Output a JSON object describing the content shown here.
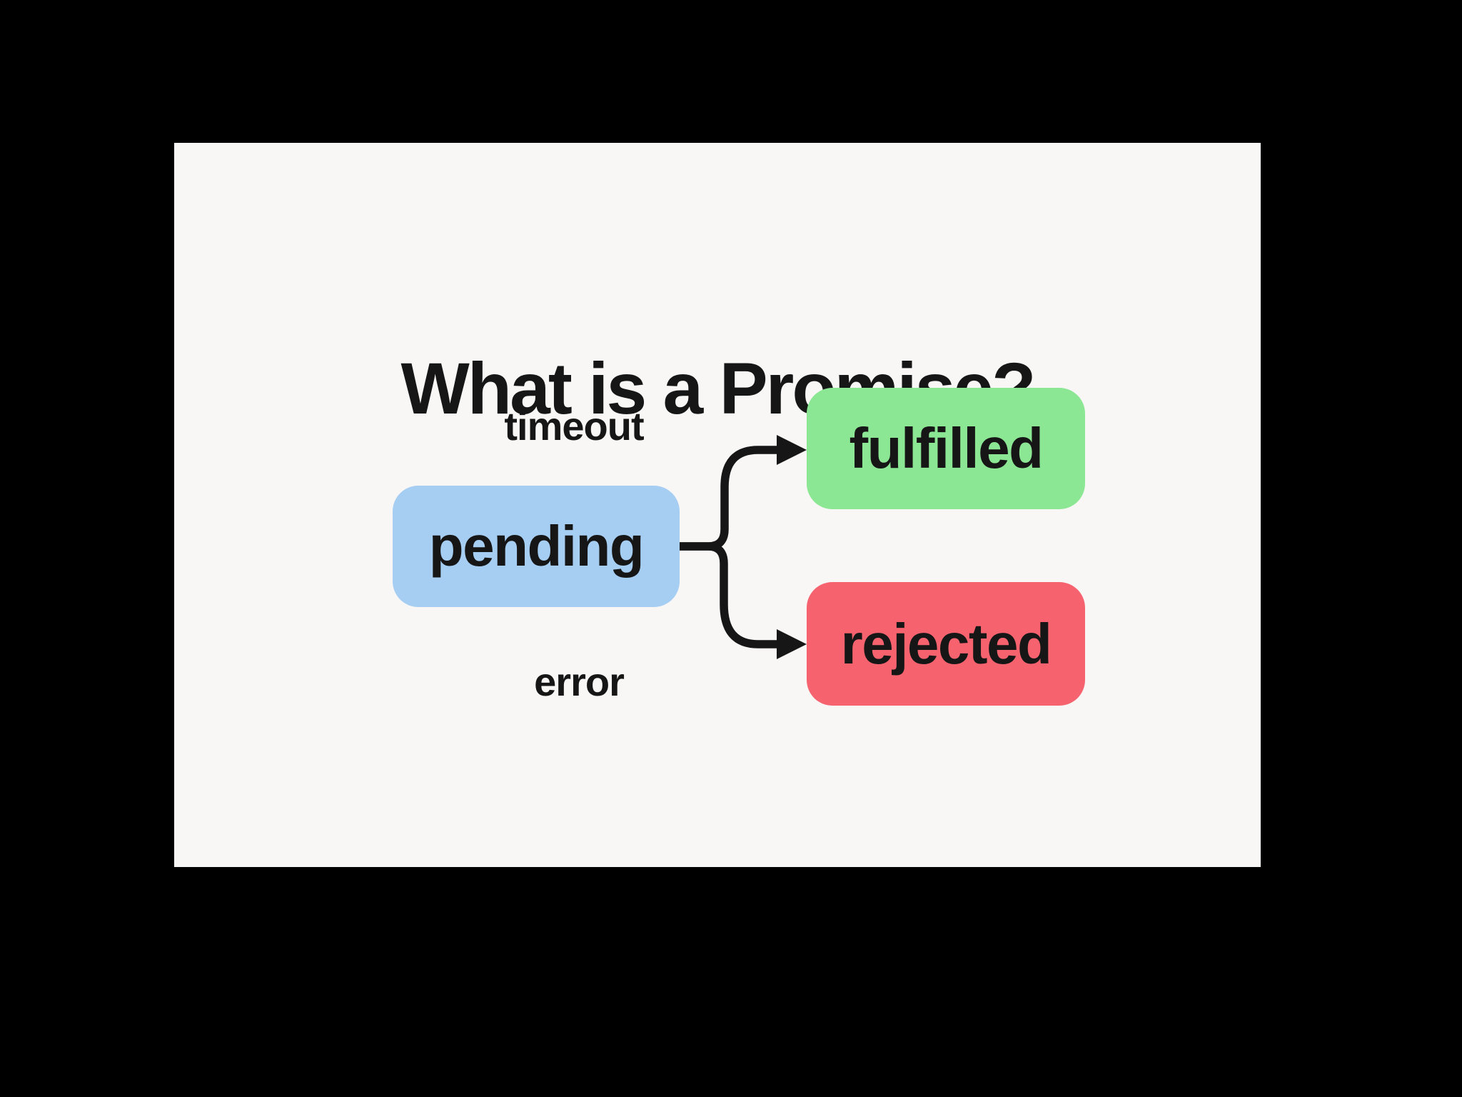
{
  "title": "What is a Promise?",
  "diagram": {
    "states": [
      {
        "id": "pending",
        "label": "pending",
        "color": "#a6cdf2"
      },
      {
        "id": "fulfilled",
        "label": "fulfilled",
        "color": "#8ce794"
      },
      {
        "id": "rejected",
        "label": "rejected",
        "color": "#f6636f"
      }
    ],
    "transitions": [
      {
        "from": "pending",
        "to": "fulfilled",
        "label": "timeout"
      },
      {
        "from": "pending",
        "to": "rejected",
        "label": "error"
      }
    ],
    "arrow_color": "#161616"
  },
  "colors": {
    "page_background": "#000000",
    "card_background": "#f8f7f6",
    "text": "#161616"
  }
}
